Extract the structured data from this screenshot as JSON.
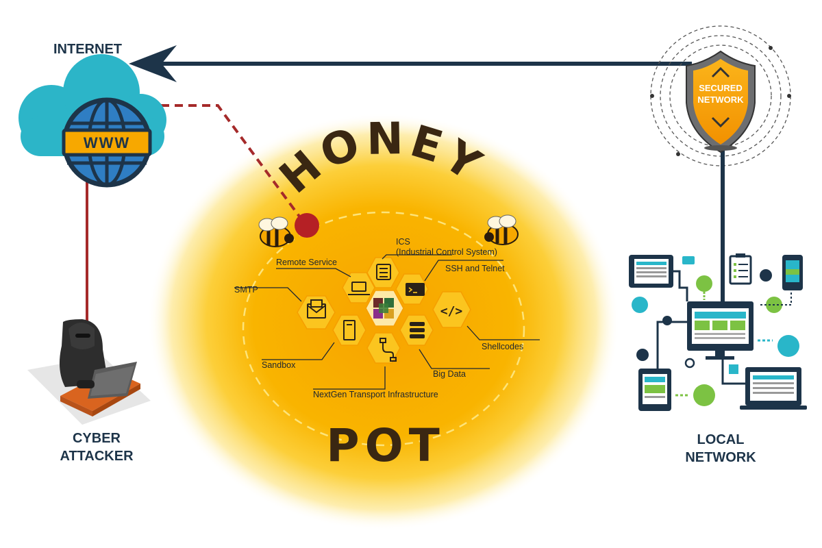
{
  "labels": {
    "internet": "INTERNET",
    "www": "WWW",
    "attacker_line1": "CYBER",
    "attacker_line2": "ATTACKER",
    "local_line1": "LOCAL",
    "local_line2": "NETWORK",
    "shield_line1": "SECURED",
    "shield_line2": "NETWORK",
    "honey": "HONEY",
    "pot": "POT"
  },
  "services": {
    "remote": "Remote Service",
    "ics_line1": "ICS",
    "ics_line2": "(Industrial Control System)",
    "ssh": "SSH and Telnet",
    "smtp": "SMTP",
    "shellcodes": "Shellcodes",
    "sandbox": "Sandbox",
    "bigdata": "Big Data",
    "nextgen": "NextGen Transport Infrastructure"
  },
  "colors": {
    "navy": "#1d3449",
    "honey_gold": "#f7a800",
    "honey_text": "#3a2712",
    "attack_red": "#a52a2a",
    "cloud": "#2cb5c8",
    "globe_blue": "#2f7ec3",
    "device_green": "#7cc243",
    "device_teal": "#29b6c9"
  },
  "icons": [
    "globe-icon",
    "cloud-icon",
    "shield-icon",
    "bee-icon",
    "hacker-icon",
    "laptop-icon",
    "sliders-icon",
    "terminal-icon",
    "code-icon",
    "envelope-icon",
    "server-tower-icon",
    "database-icon",
    "network-cable-icon",
    "logo-icon",
    "monitor-icon",
    "tablet-icon",
    "phone-icon",
    "clipboard-icon"
  ]
}
